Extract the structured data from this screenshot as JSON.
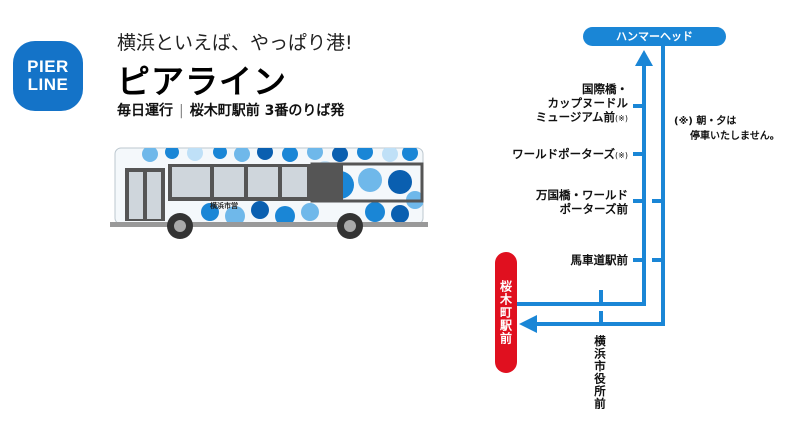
{
  "header": {
    "logo": {
      "line1": "PIER",
      "line2": "LINE",
      "color": "#1473c8"
    },
    "tagline": "横浜といえば、やっぱり港!",
    "title": "ピアライン",
    "schedule": "毎日運行",
    "separator": "|",
    "departure": "桜木町駅前 3番のりば発"
  },
  "bus": {
    "livery_text": "横浜市営",
    "colors": [
      "#1a86d6",
      "#6fb8ea",
      "#0a5fb0",
      "#bfe0f7"
    ]
  },
  "route_map": {
    "line_color": "#1a86d6",
    "terminal_top": "ハンマーヘッド",
    "terminal_bottom": "桜木町駅前",
    "terminal_bottom_color": "#e0101f",
    "stops": [
      {
        "name_lines": [
          "国際橋・",
          "カップヌードル",
          "ミュージアム前"
        ],
        "mark": "(※)"
      },
      {
        "name_lines": [
          "ワールドポーターズ"
        ],
        "mark": "(※)"
      },
      {
        "name_lines": [
          "万国橋・ワールド",
          "ポーターズ前"
        ],
        "mark": ""
      },
      {
        "name_lines": [
          "馬車道駅前"
        ],
        "mark": ""
      },
      {
        "name_lines": [
          "横浜市役所前"
        ],
        "mark": ""
      }
    ],
    "note_line1": "(※) 朝・夕は",
    "note_line2": "停車いたしません。"
  }
}
